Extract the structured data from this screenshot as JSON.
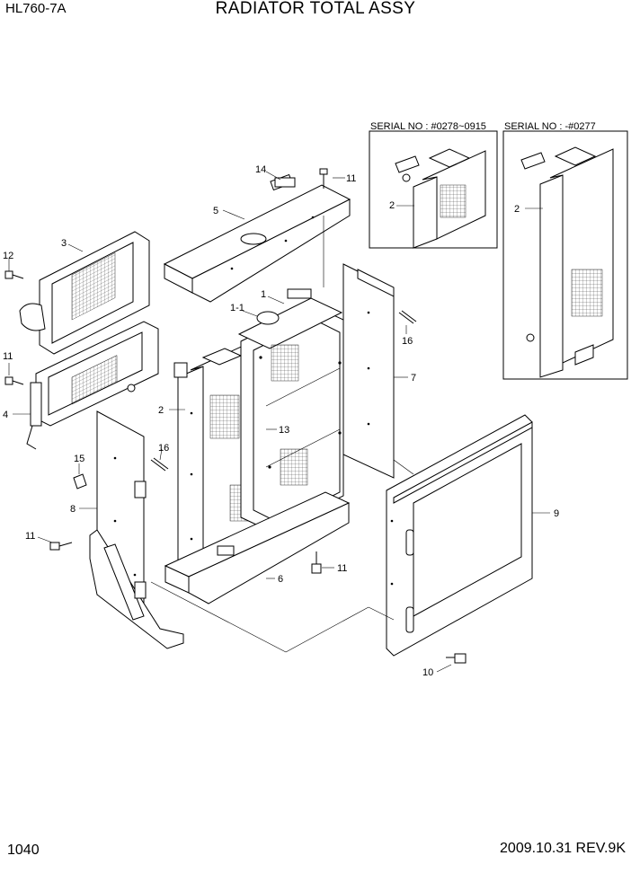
{
  "header": {
    "model": "HL760-7A",
    "title": "RADIATOR TOTAL ASSY"
  },
  "footer": {
    "page_number": "1040",
    "revision": "2009.10.31  REV.9K"
  },
  "insets": [
    {
      "label": "SERIAL NO : #0278~0915",
      "callout": "2"
    },
    {
      "label": "SERIAL NO : -#0277",
      "callout": "2"
    }
  ],
  "callouts": {
    "c1": "1",
    "c1_1": "1-1",
    "c2": "2",
    "c2b": "2",
    "c3": "3",
    "c4": "4",
    "c5": "5",
    "c6": "6",
    "c7": "7",
    "c8": "8",
    "c9": "9",
    "c10": "10",
    "c11a": "11",
    "c11b": "11",
    "c11c": "11",
    "c11d": "11",
    "c12": "12",
    "c13": "13",
    "c14": "14",
    "c15": "15",
    "c16a": "16",
    "c16b": "16"
  }
}
